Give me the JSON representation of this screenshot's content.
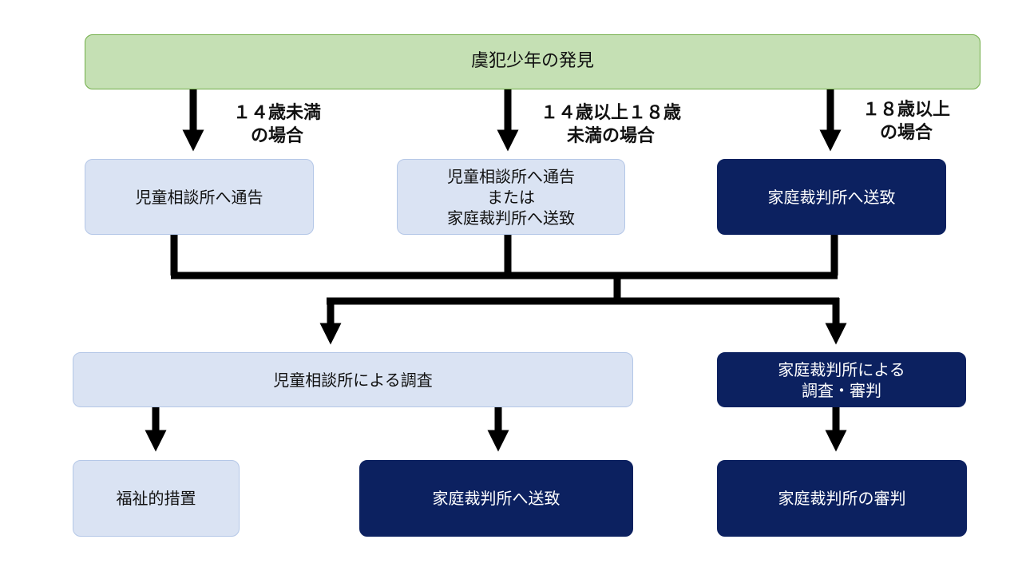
{
  "top": "虞犯少年の発見",
  "labels": {
    "under14": "１４歳未満\nの場合",
    "age14to18": "１４歳以上１８歳\n未満の場合",
    "over18": "１８歳以上\nの場合"
  },
  "row1": {
    "left": "児童相談所へ通告",
    "middle": "児童相談所へ通告\nまたは\n家庭裁判所へ送致",
    "right": "家庭裁判所へ送致"
  },
  "row2": {
    "left": "児童相談所による調査",
    "right": "家庭裁判所による\n調査・審判"
  },
  "row3": {
    "welfare": "福祉的措置",
    "send": "家庭裁判所へ送致",
    "judgment": "家庭裁判所の審判"
  },
  "colors": {
    "top": "#c5e0b4",
    "light": "#dae3f3",
    "dark": "#0c2160",
    "connector": "#000000"
  }
}
